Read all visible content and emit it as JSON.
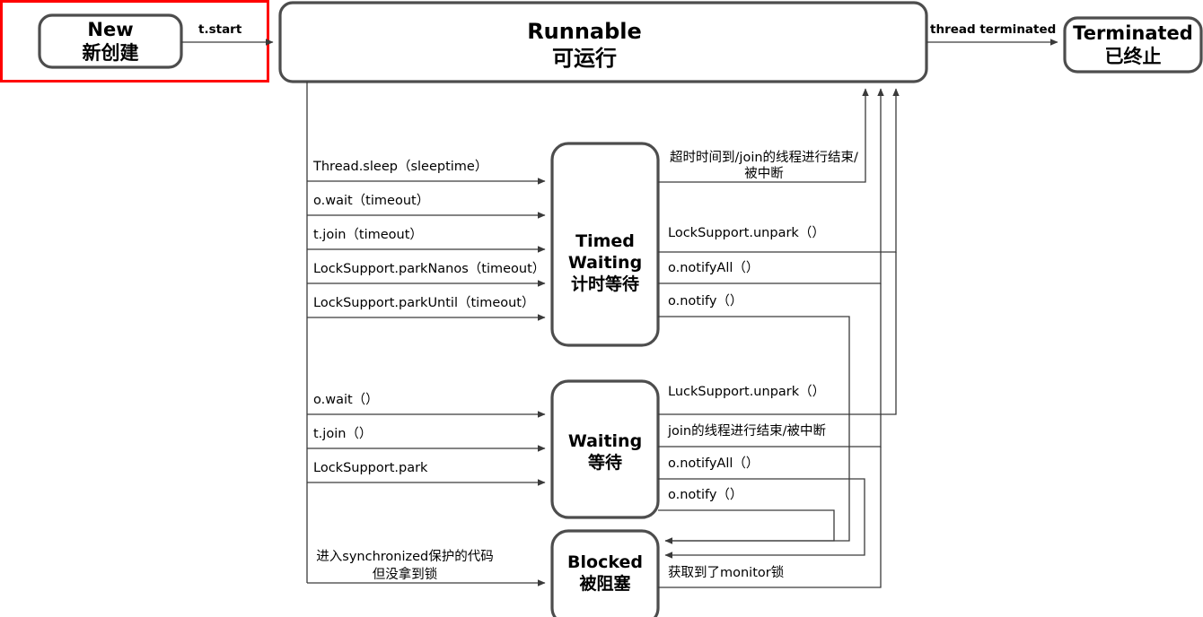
{
  "diagram": {
    "title": "Java Thread State Transition Diagram",
    "highlight_color": "#ff0000",
    "states": [
      {
        "id": "new",
        "en": "New",
        "zh": "新创建"
      },
      {
        "id": "runnable",
        "en": "Runnable",
        "zh": "可运行"
      },
      {
        "id": "terminated",
        "en": "Terminated",
        "zh": "已终止"
      },
      {
        "id": "timed",
        "en": "Timed",
        "en2": "Waiting",
        "zh": "计时等待"
      },
      {
        "id": "waiting",
        "en": "Waiting",
        "zh": "等待"
      },
      {
        "id": "blocked",
        "en": "Blocked",
        "zh": "被阻塞"
      }
    ],
    "top_edges": [
      {
        "id": "t-start",
        "label": "t.start"
      },
      {
        "id": "t-term",
        "label": "thread terminated"
      }
    ],
    "timed_in": [
      "Thread.sleep（sleeptime）",
      "o.wait（timeout）",
      "t.join（timeout）",
      "LockSupport.parkNanos（timeout）",
      "LockSupport.parkUntil（timeout）"
    ],
    "timed_out": [
      {
        "line1": "超时时间到/join的线程进行结束/",
        "line2": "被中断"
      },
      {
        "line1": "LockSupport.unpark（）"
      },
      {
        "line1": "o.notifyAll（）"
      },
      {
        "line1": "o.notify（）"
      }
    ],
    "waiting_in": [
      "o.wait（）",
      "t.join（）",
      "LockSupport.park"
    ],
    "waiting_out": [
      "LuckSupport.unpark（）",
      "join的线程进行结束/被中断",
      "o.notifyAll（）",
      "o.notify（）"
    ],
    "blocked_in": {
      "line1": "进入synchronized保护的代码",
      "line2": "但没拿到锁"
    },
    "blocked_out": "获取到了monitor锁"
  }
}
